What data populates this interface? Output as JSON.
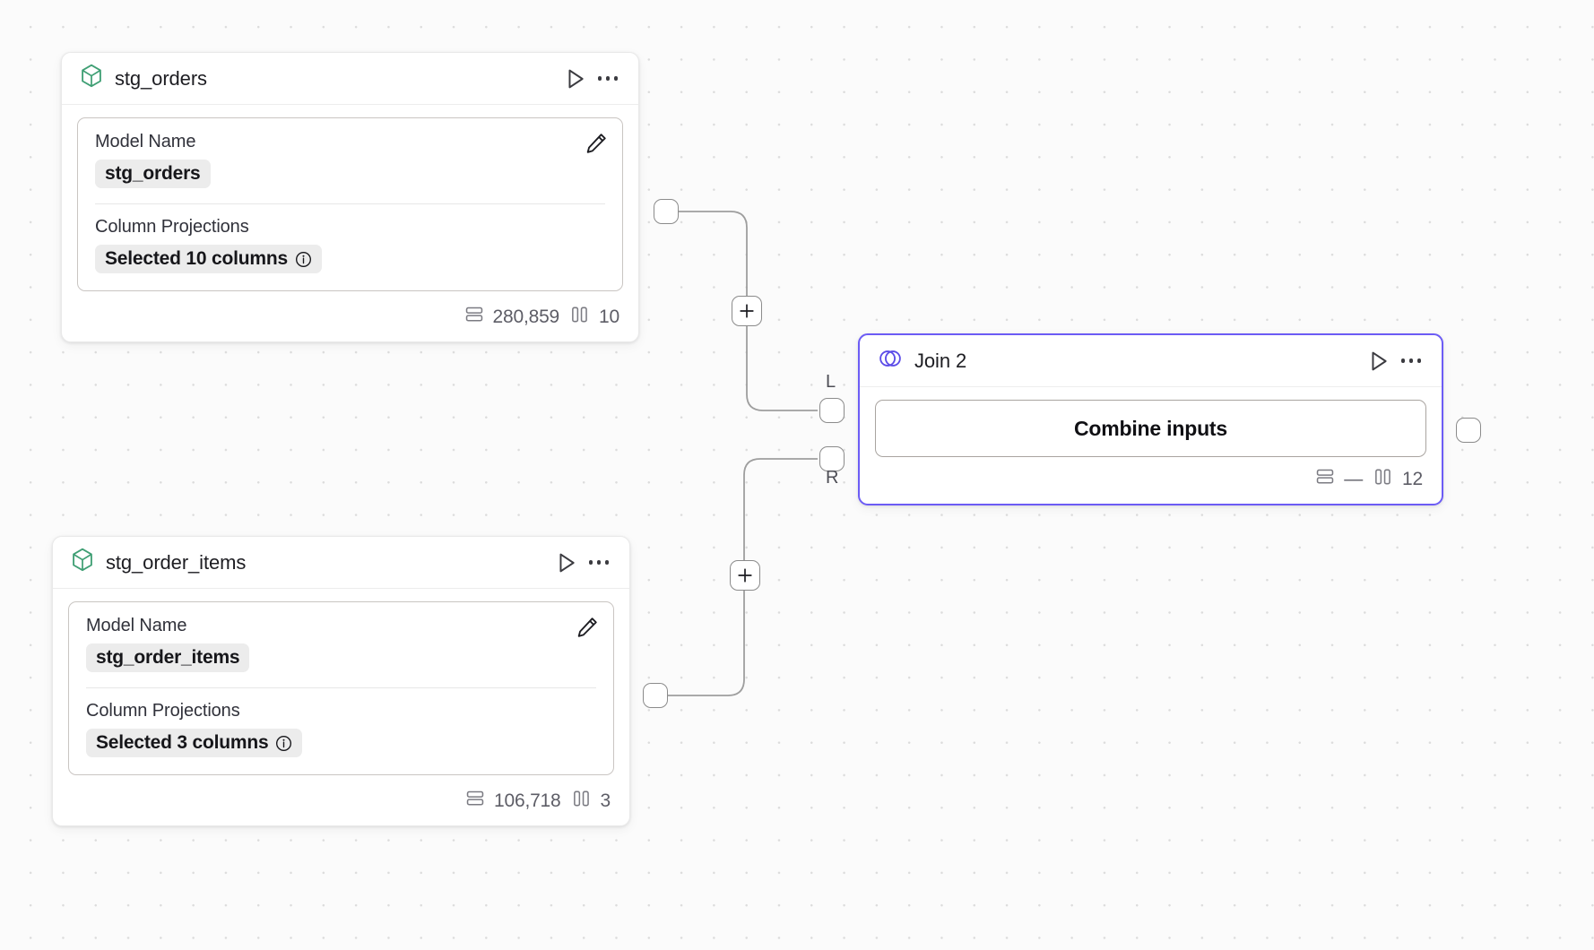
{
  "canvas": {
    "background_color": "#fbfbfb",
    "grid_dot_color": "#dcdcdc"
  },
  "theme": {
    "accent_purple": "#6c5cf5",
    "model_icon_green": "#3f9f74",
    "chip_bg": "#ececec",
    "text_primary": "#16161a",
    "text_muted": "#5d5d66"
  },
  "nodes": [
    {
      "id": "stg_orders",
      "type": "model",
      "icon": "cube-icon",
      "title": "stg_orders",
      "run_label": "Run",
      "menu_label": "More options",
      "fields": {
        "model_name_label": "Model Name",
        "model_name_value": "stg_orders",
        "column_projections_label": "Column Projections",
        "column_projections_value": "Selected 10 columns"
      },
      "edit_label": "Edit",
      "stats": {
        "rows_icon": "rows-icon",
        "rows": "280,859",
        "columns_icon": "columns-icon",
        "columns": "10"
      }
    },
    {
      "id": "stg_order_items",
      "type": "model",
      "icon": "cube-icon",
      "title": "stg_order_items",
      "run_label": "Run",
      "menu_label": "More options",
      "fields": {
        "model_name_label": "Model Name",
        "model_name_value": "stg_order_items",
        "column_projections_label": "Column Projections",
        "column_projections_value": "Selected 3 columns"
      },
      "edit_label": "Edit",
      "stats": {
        "rows_icon": "rows-icon",
        "rows": "106,718",
        "columns_icon": "columns-icon",
        "columns": "3"
      }
    },
    {
      "id": "join_2",
      "type": "join",
      "icon": "venn-join-icon",
      "title": "Join 2",
      "run_label": "Run",
      "menu_label": "More options",
      "selected": true,
      "action_button": "Combine inputs",
      "ports": {
        "left_label": "L",
        "right_label": "R"
      },
      "stats": {
        "rows_icon": "rows-icon",
        "rows": "—",
        "columns_icon": "columns-icon",
        "columns": "12"
      }
    }
  ],
  "edges": {
    "add_node_button_label": "+"
  }
}
